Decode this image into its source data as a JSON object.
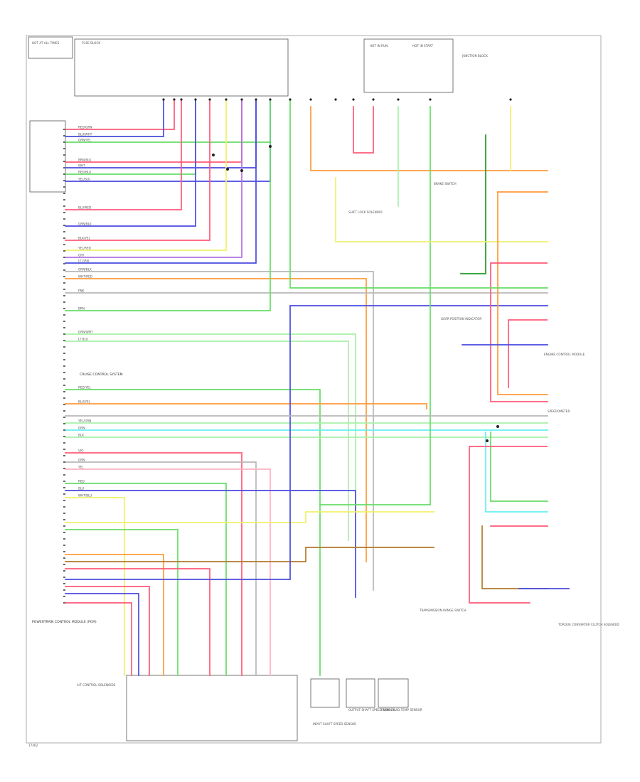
{
  "palette": {
    "red": "#ff5a78",
    "blue": "#4a4ae0",
    "green": "#66dd66",
    "yellow": "#f0f06a",
    "orange": "#ff9a3a",
    "violet": "#b070e0",
    "cyan": "#66f0f0",
    "gray": "#b8b8b8",
    "brown": "#b07a2a",
    "ltgreen": "#a8f0a8",
    "pink": "#ffb0c0",
    "dkgreen": "#229922",
    "white": "#e8e8e8",
    "black": "#333333"
  },
  "footer_code": "17462",
  "labels": {
    "pcm_title": "POWERTRAIN CONTROL MODULE (PCM)",
    "atcu": "A/T CONTROL SOLENOIDS",
    "tcc": "TORQUE CONVERTER CLUTCH SOLENOID",
    "tr": "TRANSMISSION RANGE SWITCH",
    "cruise": "CRUISE CONTROL SYSTEM",
    "input_speed": "INPUT SHAFT SPEED SENSOR",
    "output_speed": "OUTPUT SHAFT SPEED SENSOR",
    "fluid_temp": "TRANS FLUID TEMP SENSOR",
    "shift_lock": "SHIFT LOCK SOLENOID",
    "brake_sw": "BRAKE SWITCH",
    "ecm": "ENGINE CONTROL MODULE",
    "junction": "JUNCTION BLOCK",
    "hot_run": "HOT IN RUN",
    "hot_start": "HOT IN START",
    "hot_at_all": "HOT AT ALL TIMES",
    "fuse_block": "FUSE BLOCK",
    "gear_pos": "GEAR POSITION INDICATOR",
    "speedo": "SPEEDOMETER"
  },
  "wire_codes": [
    "RED/GRN",
    "BLU/WHT",
    "GRN/YEL",
    "BRN/BLK",
    "WHT",
    "RED/BLU",
    "YEL/BLU",
    "BLU/RED",
    "GRN/BLK",
    "BLK/YEL",
    "YEL/RED",
    "GRY",
    "LT GRN",
    "ORN/BLK",
    "WHT/RED",
    "PNK",
    "BRN",
    "GRN/WHT",
    "LT BLU",
    "RED/YEL",
    "BLU/YEL",
    "YEL/GRN",
    "ORN",
    "BLK",
    "VIO",
    "GRN",
    "YEL",
    "RED",
    "BLU",
    "WHT/BLU"
  ]
}
